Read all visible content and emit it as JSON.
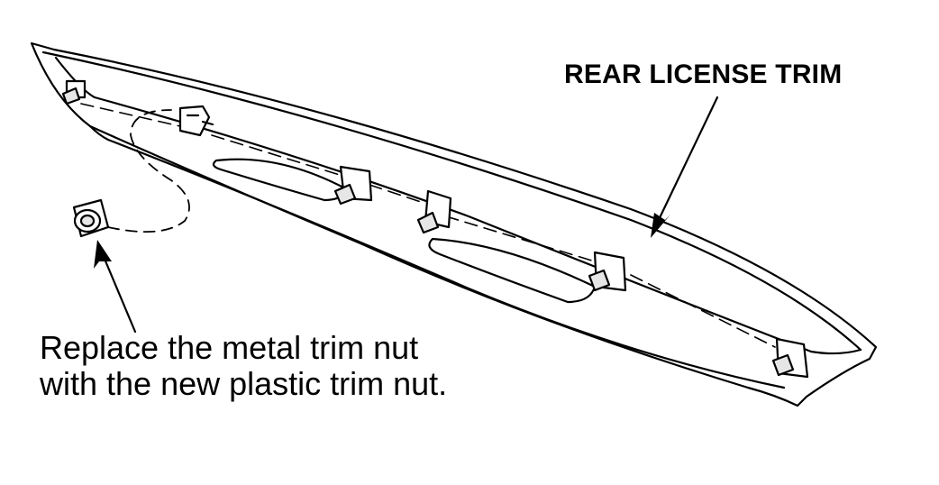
{
  "labels": {
    "part_name": "REAR LICENSE TRIM",
    "instruction_line1": "Replace the metal trim nut",
    "instruction_line2": "with the new plastic trim nut."
  },
  "colors": {
    "line": "#000000",
    "fill": "#ffffff",
    "shade": "#e6e6e6"
  }
}
